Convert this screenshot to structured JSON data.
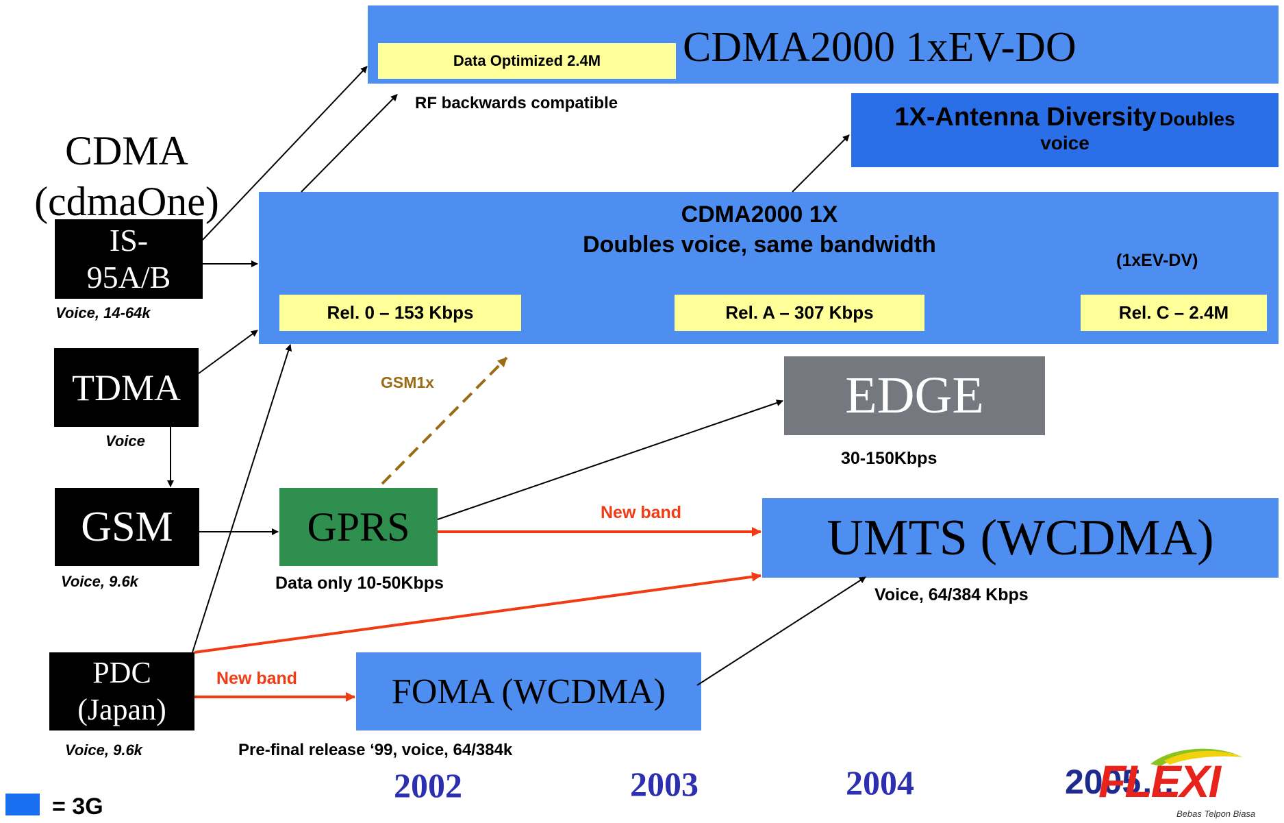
{
  "ev_do": {
    "title": "CDMA2000 1xEV-DO",
    "badge": "Data Optimized 2.4M",
    "note": "RF backwards compatible"
  },
  "antenna": {
    "title": "1X-Antenna Diversity",
    "suffix1": "Doubles",
    "suffix2": "voice"
  },
  "cdma_1x": {
    "line1": "CDMA2000 1X",
    "line2": "Doubles voice, same bandwidth",
    "ev_dv": "(1xEV-DV)",
    "rel0": "Rel. 0 – 153 Kbps",
    "relA": "Rel. A – 307 Kbps",
    "relC": "Rel. C – 2.4M"
  },
  "cdma_one": {
    "line1": "CDMA",
    "line2": "(cdmaOne)"
  },
  "is95": {
    "line1": "IS-",
    "line2": "95A/B",
    "note": "Voice, 14-64k"
  },
  "tdma": {
    "label": "TDMA",
    "note": "Voice"
  },
  "gsm": {
    "label": "GSM",
    "note": "Voice, 9.6k"
  },
  "gprs": {
    "label": "GPRS",
    "note": "Data only 10-50Kbps",
    "gsm1x": "GSM1x"
  },
  "edge": {
    "label": "EDGE",
    "note": "30-150Kbps"
  },
  "umts": {
    "label": "UMTS (WCDMA)",
    "note": "Voice, 64/384 Kbps"
  },
  "new_band_1": "New band",
  "new_band_2": "New band",
  "pdc": {
    "line1": "PDC",
    "line2": "(Japan)",
    "note": "Voice, 9.6k"
  },
  "foma": {
    "label": "FOMA (WCDMA)",
    "note": "Pre-final release ‘99, voice, 64/384k"
  },
  "years": [
    "2002",
    "2003",
    "2004",
    "2005…"
  ],
  "legend": {
    "label": "= 3G",
    "color": "#1a6ef0"
  },
  "logo": {
    "text": "FLEXI",
    "tagline": "Bebas Telpon Biasa"
  },
  "colors": {
    "blue_3g": "#4f8ef1",
    "arrow_red": "#f03c14",
    "arrow_dashed": "#9a6a14",
    "year_blue": "#2b2fb0"
  }
}
